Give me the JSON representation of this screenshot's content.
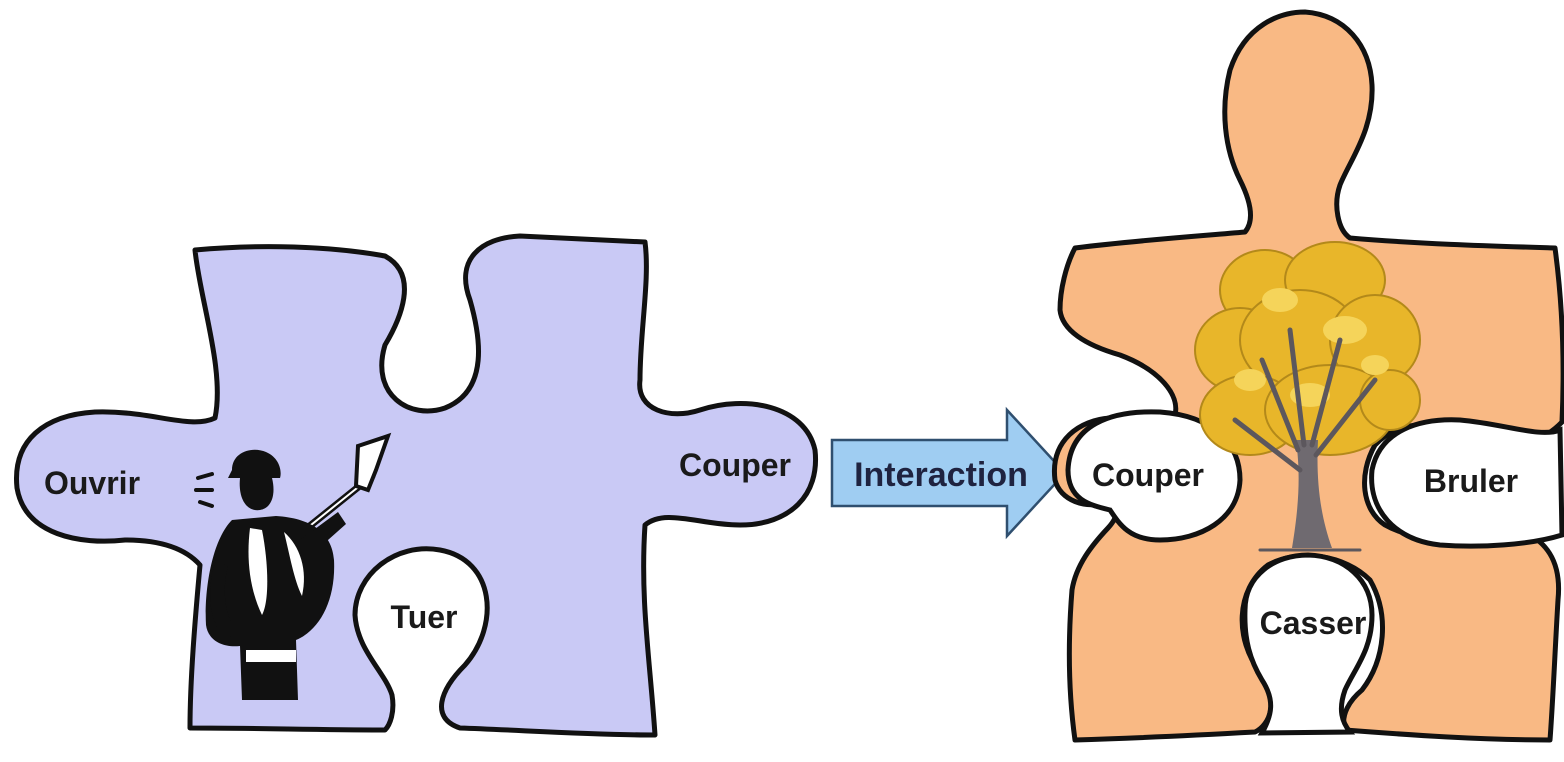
{
  "colors": {
    "actor_piece_fill": "#c9c9f5",
    "object_piece_fill": "#f9b984",
    "arrow_fill": "#9fcdf2",
    "outline": "#111111",
    "foliage": "#e8b62a",
    "trunk": "#6f6a70"
  },
  "actor_piece": {
    "figure_icon": "lumberjack-with-axe-icon",
    "slots": {
      "left": "Ouvrir",
      "right": "Couper",
      "bottom": "Tuer"
    }
  },
  "interaction_arrow": {
    "label": "Interaction"
  },
  "object_piece": {
    "figure_icon": "tree-icon",
    "slots": {
      "left": "Couper",
      "right": "Bruler",
      "bottom": "Casser"
    }
  }
}
